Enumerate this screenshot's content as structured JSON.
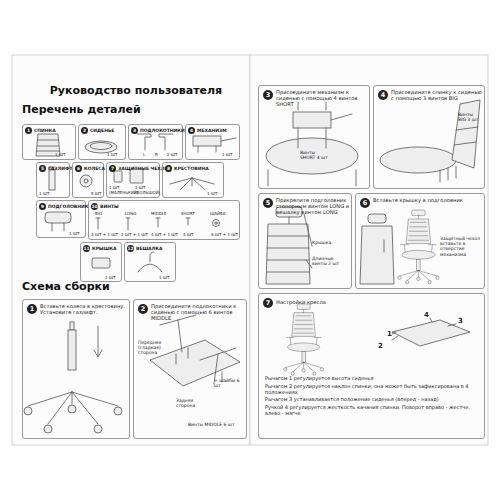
{
  "diagram": {
    "title": "Руководство пользователя",
    "nodes": [
      {
        "text": [
          "1",
          "СПИНКА",
          "1 ШТ"
        ]
      },
      {
        "text": [
          "2",
          "СИДЕНЬЕ",
          "1 ШТ"
        ]
      },
      {
        "text": [
          "3",
          "ПОДЛОКОТНИКИ",
          "L",
          "R",
          "2 ШТ"
        ]
      },
      {
        "text": [
          "4",
          "МЕХАНИЗМ",
          "1 ШТ"
        ]
      },
      {
        "text": [
          "5",
          "ГАЗЛИФТ",
          "1 ШТ"
        ]
      },
      {
        "text": [
          "6",
          "КОЛЕСА",
          "5 ШТ"
        ]
      },
      {
        "text": [
          "7",
          "ЗАЩИТНЫЕ ЧЕХЛЫ",
          "1 ШТ (МАЛЕНЬКИЙ)",
          "1 ШТ (БОЛЬШОЙ)"
        ]
      },
      {
        "text": [
          "8",
          "КРЕСТОВИНА",
          "1 ШТ"
        ]
      },
      {
        "text": [
          "9",
          "ПОДГОЛОВНИК",
          "1 ШТ"
        ]
      },
      {
        "text": [
          "10",
          "ВИНТЫ",
          "BIG",
          "3 ШТ + 1 ШТ",
          "LONG",
          "2 ШТ + 1 ШТ",
          "MIDDLE",
          "4 ШТ + 1 ШТ",
          "SHORT",
          "4 ШТ",
          "ШАЙБА",
          "6 ШТ + 1 ШТ"
        ]
      },
      {
        "text": [
          "11",
          "КРЫШКА",
          "1 ШТ"
        ]
      },
      {
        "text": [
          "12",
          "ВЕШАЛКА",
          "1 ШТ"
        ]
      },
      {
        "text": [
          "1",
          "Вставьте колеса в крестовину. Установите газлифт."
        ]
      },
      {
        "text": [
          "2",
          "Присоедините подлокотники к сиденью с помощью 6 винтов MIDDLE"
        ]
      },
      {
        "text": [
          "3",
          "Присоедините механизм к сиденью с помощью 4 винтов SHORT"
        ]
      },
      {
        "text": [
          "4",
          "Присоедините спинку к сиденью с помощью 3 винтов BIG"
        ]
      },
      {
        "text": [
          "5",
          "Прикрепите подголовник стопорным винтом LONG и вешалку винтом LONG"
        ]
      },
      {
        "text": [
          "6",
          "Вставьте крышку в подголовник"
        ]
      },
      {
        "text": [
          "7",
          "Настройки кресла",
          "Рычагом 1 регулируется высота сиденья",
          "Рычагом 2 регулируется наклон спинки, она может быть зафиксирована в 4 положениях",
          "Рычагом 3 устанавливается положение сиденья (вперед - назад)",
          "Ручкой 4 регулируется жесткость качания спинки. Поворот вправо - жестче, влево - мягче"
        ]
      }
    ],
    "labels": [
      "Перечень деталей",
      "Схема сборки",
      "Передняя (гладкая) сторона",
      "Задняя сторона",
      "+ шайбы 6 шт",
      "Винты MIDDLE 6 шт",
      "Винты SHORT 4 шт",
      "Винты BIG 3 шт",
      "Крышка",
      "Длинные винты 2 шт",
      "Защитный чехол вставьте в отверстие механизма",
      "1",
      "2",
      "4",
      "3"
    ]
  }
}
